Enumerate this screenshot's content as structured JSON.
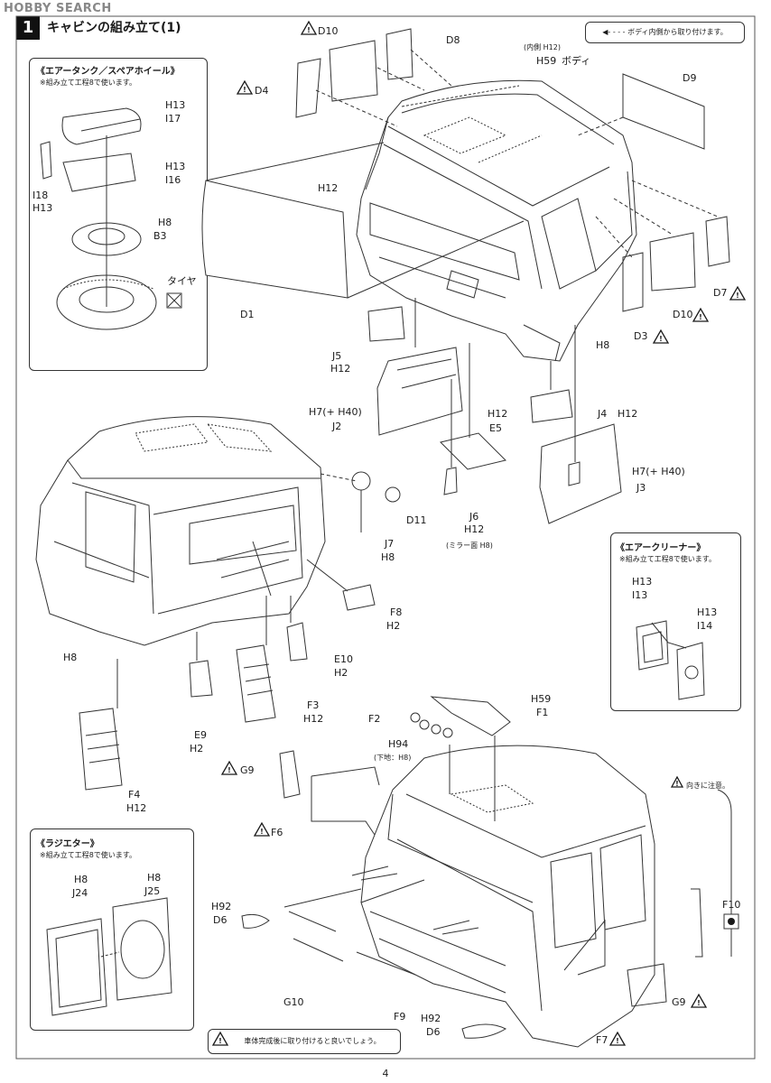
{
  "header": {
    "logo_text": "HOBBY SEARCH",
    "step_number": "1",
    "step_title": "キャビンの組み立て(1)"
  },
  "legend_text": "◀- - - - ボディ内側から取り付けます。",
  "box_air_tank": {
    "title": "《エアータンク／スペアホイール》",
    "note": "※組み立て工程8で使います。",
    "labels": [
      "H13",
      "I17",
      "H13",
      "I16",
      "I18",
      "H13",
      "H8",
      "B3",
      "タイヤ"
    ]
  },
  "box_air_cleaner": {
    "title": "《エアークリーナー》",
    "note": "※組み立て工程8で使います。",
    "labels": [
      "H13",
      "I13",
      "H13",
      "I14"
    ]
  },
  "box_radiator": {
    "title": "《ラジエター》",
    "note": "※組み立て工程8で使います。",
    "labels": [
      "H8",
      "J24",
      "H8",
      "J25"
    ]
  },
  "parts": {
    "d10_top": "D10",
    "d8": "D8",
    "d4": "D4",
    "inner_h12": "(内側 H12)",
    "h59_body": "H59",
    "body": "ボディ",
    "d9": "D9",
    "h12_a": "H12",
    "d1": "D1",
    "d7": "D7",
    "d10_r": "D10",
    "d3": "D3",
    "h8_a": "H8",
    "j5": "J5",
    "h12_b": "H12",
    "h7_h40_a": "H7(+ H40)",
    "j2": "J2",
    "h12_c": "H12",
    "e5": "E5",
    "j4": "J4",
    "h12_d": "H12",
    "h7_h40_b": "H7(+ H40)",
    "j3": "J3",
    "j6": "J6",
    "h12_e": "H12",
    "mirror": "(ミラー面 H8)",
    "d11": "D11",
    "j7": "J7",
    "h8_b": "H8",
    "f8": "F8",
    "h2_a": "H2",
    "e10": "E10",
    "h2_b": "H2",
    "h8_c": "H8",
    "e9": "E9",
    "h2_c": "H2",
    "f3": "F3",
    "h12_f": "H12",
    "f4": "F4",
    "h12_g": "H12",
    "h59_b": "H59",
    "f2": "F2",
    "f1": "F1",
    "h94": "H94",
    "undercoat": "(下地：H8)",
    "g9_a": "G9",
    "f6": "F6",
    "direction_note": "向きに注意。",
    "f10": "F10",
    "h92_a": "H92",
    "d6_a": "D6",
    "g10": "G10",
    "f9": "F9",
    "h92_b": "H92",
    "d6_b": "D6",
    "g9_b": "G9",
    "f7": "F7"
  },
  "bottom_note": "車体完成後に取り付けると良いでしょう。",
  "page_number": "4",
  "colors": {
    "ink": "#1a1a1a",
    "line": "#333333",
    "fill": "#ffffff"
  }
}
